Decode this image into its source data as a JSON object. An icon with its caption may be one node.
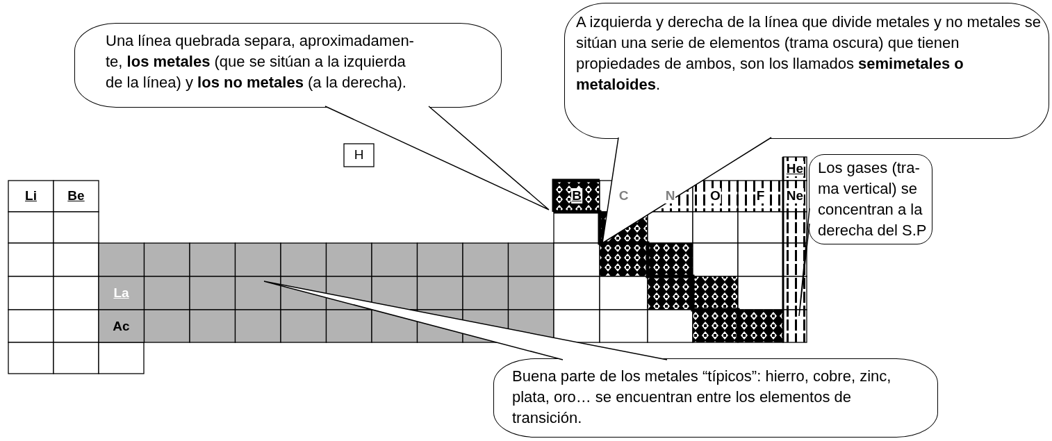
{
  "diagram": {
    "nodes": [
      {
        "text": [
          "Una línea quebrada separa, aproximadamen-te, **los metales** (que se sitúan a la izquierda de la línea) y **los no metales** (a la derecha)."
        ]
      },
      {
        "text": [
          "A izquierda y derecha de la línea que divide metales y no metales se sitúan una serie de elementos (trama oscura) que tienen propiedades de ambos, son los llamados **semimetales o metaloides**."
        ]
      },
      {
        "text": [
          "Los gases (tra-ma vertical) se concentran a la derecha del S.P"
        ]
      },
      {
        "text": [
          "Buena parte de los metales “típicos”: hierro, cobre, zinc, plata, oro… se encuentran entre los elementos de transición."
        ]
      }
    ],
    "edges": [
      {
        "from": 0,
        "to": null,
        "arrow": "none"
      },
      {
        "from": 1,
        "to": null,
        "arrow": "none"
      },
      {
        "from": 2,
        "to": null,
        "arrow": "none"
      },
      {
        "from": 3,
        "to": null,
        "arrow": "none"
      }
    ],
    "labels": [
      "H",
      "He",
      "Li",
      "Be",
      "B",
      "C",
      "N",
      "O",
      "F",
      "Ne",
      "La",
      "Ac"
    ]
  }
}
